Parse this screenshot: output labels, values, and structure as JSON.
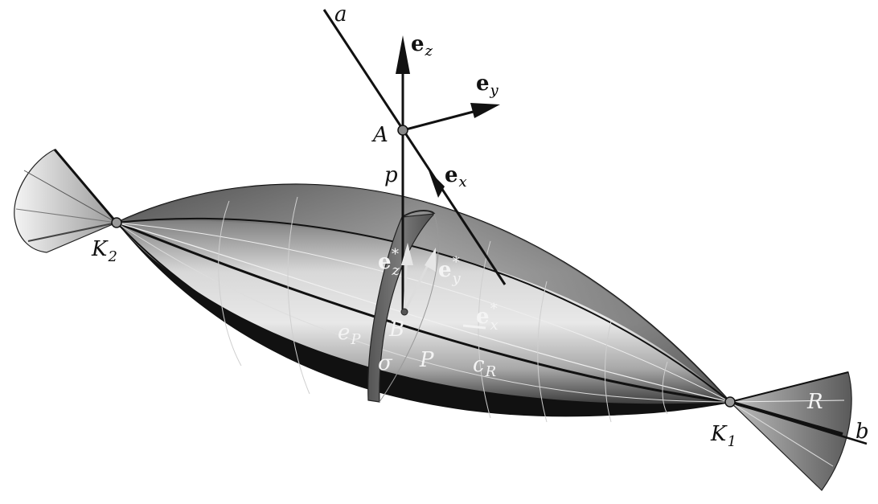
{
  "labels": {
    "a": "a",
    "b": "b",
    "A": "A",
    "p": "p",
    "B": "B",
    "P": "P",
    "sigma": "σ",
    "eP_main": "e",
    "eP_sub": "P",
    "cR_main": "c",
    "cR_sub": "R",
    "R": "R",
    "K1_main": "K",
    "K1_sub": "1",
    "K2_main": "K",
    "K2_sub": "2",
    "ez_main": "e",
    "ez_sub": "z",
    "ey_main": "e",
    "ey_sub": "y",
    "ex_main": "e",
    "ex_sub": "x",
    "ezs_main": "e",
    "ezs_sub": "z",
    "eys_main": "e",
    "eys_sub": "y",
    "exs_main": "e",
    "exs_sub": "x",
    "star": "*"
  }
}
